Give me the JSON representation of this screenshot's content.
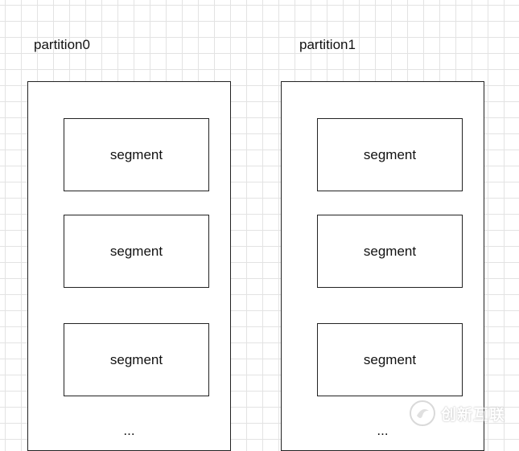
{
  "partitions": [
    {
      "label": "partition0",
      "segments": [
        "segment",
        "segment",
        "segment"
      ],
      "ellipsis": "..."
    },
    {
      "label": "partition1",
      "segments": [
        "segment",
        "segment",
        "segment"
      ],
      "ellipsis": "..."
    }
  ],
  "watermark": {
    "text": "创新互联",
    "icon": "watermark-logo-icon"
  }
}
